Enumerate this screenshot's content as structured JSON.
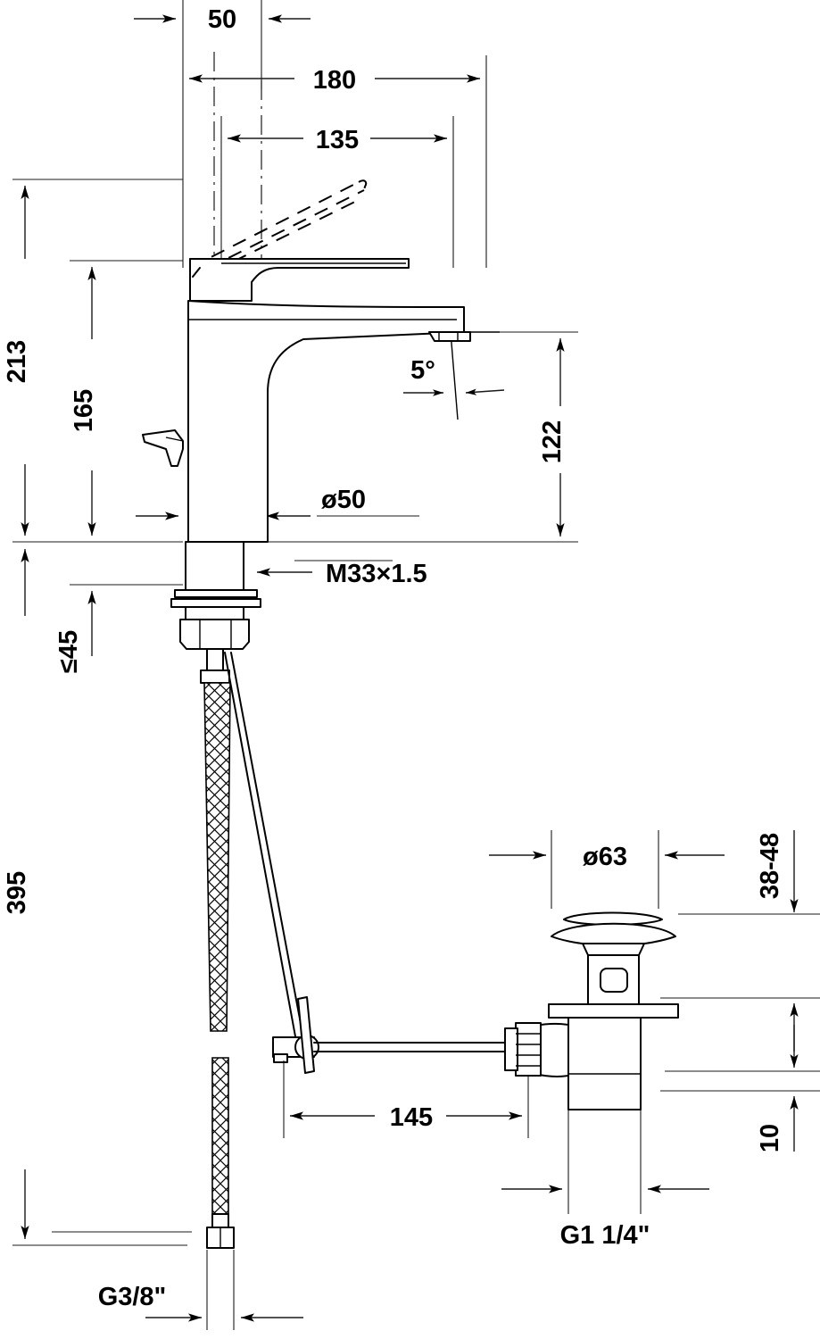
{
  "drawing": {
    "title": "Single lever basin mixer — dimensional drawing",
    "units": "mm",
    "line_color": "#000000",
    "background_color": "#ffffff"
  },
  "dimensions": {
    "spout_offset_top": "50",
    "overall_width": "180",
    "spout_reach": "135",
    "overall_height": "213",
    "body_height": "165",
    "spout_height": "122",
    "spout_angle": "5°",
    "body_diameter": "ø50",
    "thread_mounting": "M33×1.5",
    "deck_thickness_max": "≤45",
    "hose_length": "395",
    "drain_flange_diameter": "ø63",
    "drain_basin_thickness": "38-48",
    "drain_offset": "10",
    "rod_length": "145",
    "drain_thread": "G1 1/4\"",
    "supply_thread": "G3/8\""
  },
  "labels": [
    {
      "id": "d50",
      "text": "50",
      "orientation": "horizontal"
    },
    {
      "id": "d180",
      "text": "180",
      "orientation": "horizontal"
    },
    {
      "id": "d135",
      "text": "135",
      "orientation": "horizontal"
    },
    {
      "id": "d213",
      "text": "213",
      "orientation": "vertical"
    },
    {
      "id": "d165",
      "text": "165",
      "orientation": "vertical"
    },
    {
      "id": "d122",
      "text": "122",
      "orientation": "vertical"
    },
    {
      "id": "angle5",
      "text": "5°",
      "orientation": "horizontal"
    },
    {
      "id": "dia50",
      "text": "ø50",
      "orientation": "horizontal"
    },
    {
      "id": "thread33",
      "text": "M33×1.5",
      "orientation": "horizontal"
    },
    {
      "id": "deck45",
      "text": "≤45",
      "orientation": "vertical"
    },
    {
      "id": "d395",
      "text": "395",
      "orientation": "vertical"
    },
    {
      "id": "dia63",
      "text": "ø63",
      "orientation": "horizontal"
    },
    {
      "id": "range3848",
      "text": "38-48",
      "orientation": "vertical"
    },
    {
      "id": "d10",
      "text": "10",
      "orientation": "vertical"
    },
    {
      "id": "d145",
      "text": "145",
      "orientation": "horizontal"
    },
    {
      "id": "g114",
      "text": "G1 1/4\"",
      "orientation": "horizontal"
    },
    {
      "id": "g38",
      "text": "G3/8\"",
      "orientation": "horizontal"
    }
  ],
  "components": {
    "faucet_body": "single-lever-mixer",
    "lever_handle": "lever",
    "spout": "spout",
    "mounting_shank": "threaded-shank",
    "lock_nut": "lock-nut",
    "supply_hose": "braided-flexible-hose",
    "pop_up_rod": "pop-up-lift-rod",
    "drain_assembly": "pop-up-waste-drain"
  }
}
